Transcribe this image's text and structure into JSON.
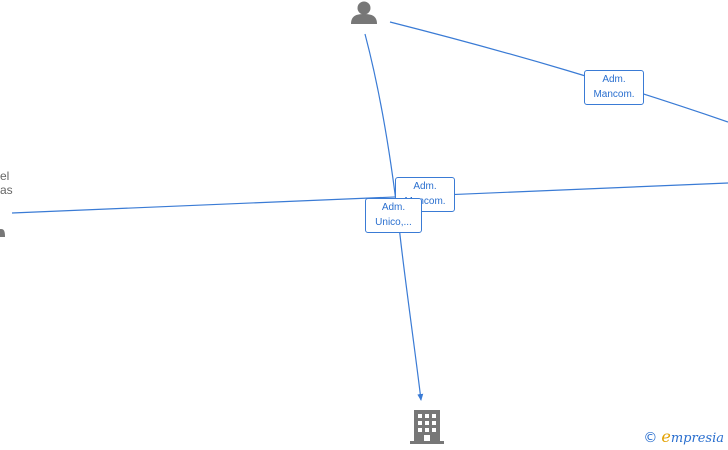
{
  "nodes": {
    "left_person": {
      "name_lines": [
        "el",
        "as"
      ]
    }
  },
  "edges": {
    "top_to_right": {
      "role_lines": [
        "Adm.",
        "Mancom."
      ]
    },
    "left_to_right": {
      "role_lines": [
        "Adm.",
        "Mancom."
      ]
    },
    "top_to_company": {
      "role_lines": [
        "Adm.",
        "Unico,..."
      ]
    }
  },
  "watermark": {
    "copyright_symbol": "©",
    "brand_initial": "e",
    "brand_rest": "mpresia"
  },
  "colors": {
    "edge": "#3a7bd5",
    "node_icon": "#777777",
    "label_text": "#2a6fcf"
  },
  "icons": {
    "person": "person-icon",
    "company": "building-icon"
  }
}
